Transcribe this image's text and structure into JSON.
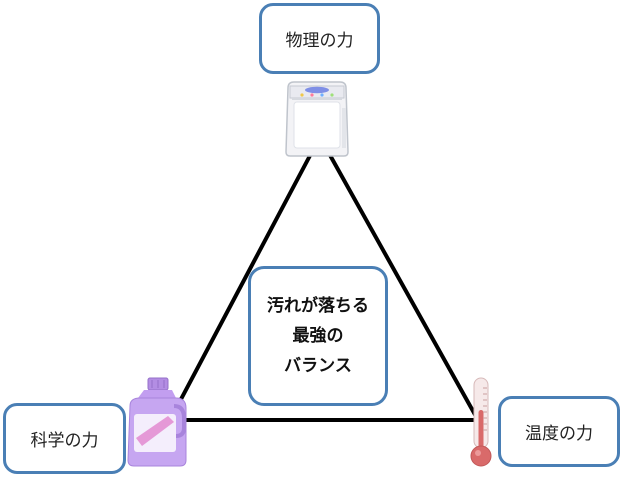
{
  "nodes": {
    "physical": "物理の力",
    "chemical": "科学の力",
    "temperature": "温度の力"
  },
  "center": {
    "line1": "汚れが落ちる",
    "line2": "最強の",
    "line3": "バランス"
  },
  "colors": {
    "box_border": "#4a7fb5",
    "triangle": "#000000",
    "detergent": "#c4a3ef",
    "thermometer_bulb": "#d96a6a",
    "washer_body": "#f2f2f4"
  },
  "icons": {
    "top": "washing-machine-icon",
    "left": "detergent-bottle-icon",
    "right": "thermometer-icon"
  }
}
